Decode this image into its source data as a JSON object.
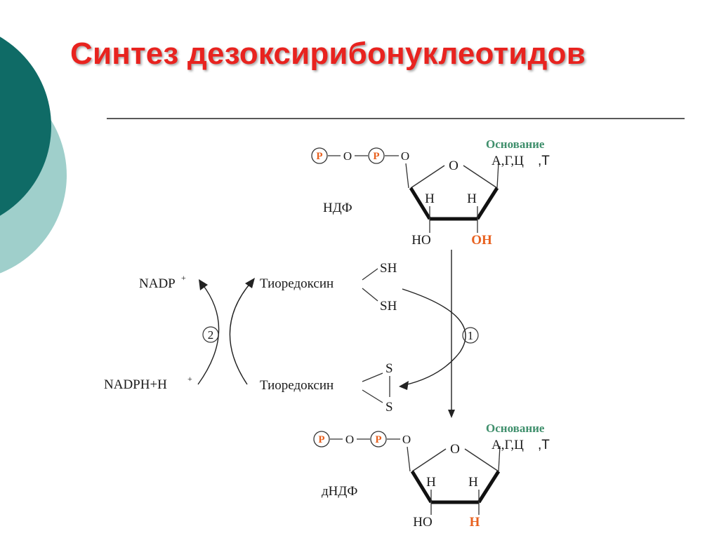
{
  "slide": {
    "title": "Синтез дезоксирибонуклеотидов",
    "colors": {
      "title": "#e8231f",
      "accent_dark": "#0f6b66",
      "accent_light": "#9fcfcb",
      "base_label": "#3f8f6c",
      "highlight": "#e8611f"
    }
  },
  "diagram": {
    "top_molecule": {
      "phosphate_1": "P",
      "link_1": "O",
      "phosphate_2": "P",
      "link_2": "O",
      "ring_oxygen": "O",
      "base_label": "Основание",
      "bases": "А,Г,Ц",
      "base_extra": ",Т",
      "h_left": "H",
      "h_right": "H",
      "ho": "HO",
      "oh": "OH",
      "name": "НДФ"
    },
    "bottom_molecule": {
      "phosphate_1": "P",
      "link_1": "O",
      "phosphate_2": "P",
      "link_2": "O",
      "ring_oxygen": "O",
      "base_label": "Основание",
      "bases": "А,Г,Ц",
      "base_extra": ",Т",
      "h_left": "H",
      "h_right": "H",
      "ho": "HO",
      "h_bottom": "H",
      "name": "дНДФ"
    },
    "cycle": {
      "nadp": "NADP",
      "nadp_charge": "+",
      "nadph": "NADPH+H",
      "nadph_charge": "+",
      "thioredoxin_reduced": "Тиоредоксин",
      "thioredoxin_oxidized": "Тиоредоксин",
      "sh_top": "SH",
      "sh_bottom": "SH",
      "s_top": "S",
      "s_bottom": "S",
      "step_1": "1",
      "step_2": "2"
    }
  }
}
